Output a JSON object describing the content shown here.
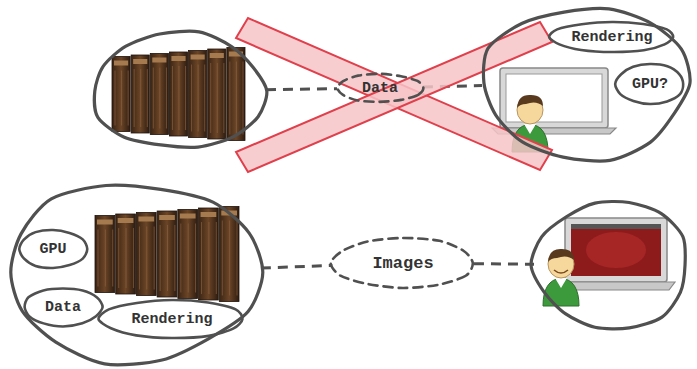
{
  "diagram": {
    "nodes": [
      {
        "text": []
      },
      {
        "text": [
          "Data"
        ]
      },
      {
        "text": []
      },
      {
        "text": [
          "Rendering"
        ],
        "in": 2
      },
      {
        "text": [
          "GPU?"
        ],
        "in": 2
      },
      {
        "text": []
      },
      {
        "text": [
          "GPU"
        ],
        "in": 5
      },
      {
        "text": [
          "Data"
        ],
        "in": 5
      },
      {
        "text": [
          "Rendering"
        ],
        "in": 5
      },
      {
        "text": [
          "Images"
        ]
      },
      {
        "text": []
      }
    ],
    "edges": [
      {
        "from": 0,
        "to": 1,
        "arrow": "none"
      },
      {
        "from": 1,
        "to": 2,
        "arrow": "none"
      },
      {
        "from": 5,
        "to": 9,
        "arrow": "none"
      },
      {
        "from": 9,
        "to": 10,
        "arrow": "none"
      }
    ]
  }
}
